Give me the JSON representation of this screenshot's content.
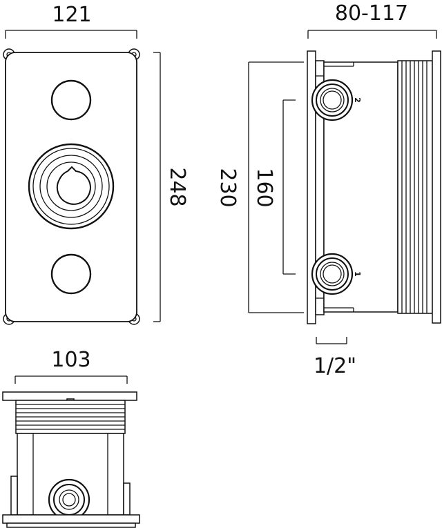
{
  "dimensions": {
    "front_width": "121",
    "front_height": "248",
    "side_depth": "80-117",
    "side_height": "230",
    "port_spacing": "160",
    "thread_size": "1/2\"",
    "bottom_width": "103"
  },
  "port_labels": {
    "upper": "2",
    "lower": "1"
  }
}
